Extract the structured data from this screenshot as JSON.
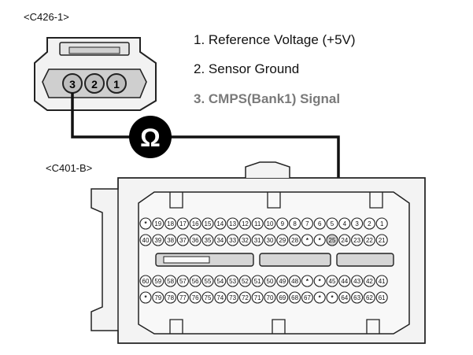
{
  "connector_top": {
    "id": "<C426-1>",
    "pins": [
      "3",
      "2",
      "1"
    ]
  },
  "legend": [
    {
      "text": "1. Reference Voltage (+5V)",
      "color": "#111111"
    },
    {
      "text": "2. Sensor Ground",
      "color": "#111111"
    },
    {
      "text": "3. CMPS(Bank1) Signal",
      "color": "#7a7a7a"
    }
  ],
  "meter": {
    "symbol": "Ω",
    "icon": "ohmmeter-icon"
  },
  "connector_ecm": {
    "id": "<C401-B>",
    "rows": [
      [
        "*",
        "19",
        "18",
        "17",
        "16",
        "15",
        "14",
        "13",
        "12",
        "11",
        "10",
        "9",
        "8",
        "7",
        "6",
        "5",
        "4",
        "3",
        "2",
        "1"
      ],
      [
        "40",
        "39",
        "38",
        "37",
        "36",
        "35",
        "34",
        "33",
        "32",
        "31",
        "30",
        "29",
        "28",
        "*",
        "*",
        "25",
        "24",
        "23",
        "22",
        "21"
      ],
      [
        "60",
        "59",
        "58",
        "57",
        "56",
        "55",
        "54",
        "53",
        "52",
        "51",
        "50",
        "49",
        "48",
        "*",
        "*",
        "45",
        "44",
        "43",
        "42",
        "41"
      ],
      [
        "*",
        "79",
        "78",
        "77",
        "76",
        "75",
        "74",
        "73",
        "72",
        "71",
        "70",
        "69",
        "68",
        "67",
        "*",
        "*",
        "64",
        "63",
        "62",
        "61"
      ]
    ]
  },
  "colors": {
    "wire": "#111111",
    "pin_fill": "#bdbdbd",
    "meter_fill": "#000000"
  }
}
